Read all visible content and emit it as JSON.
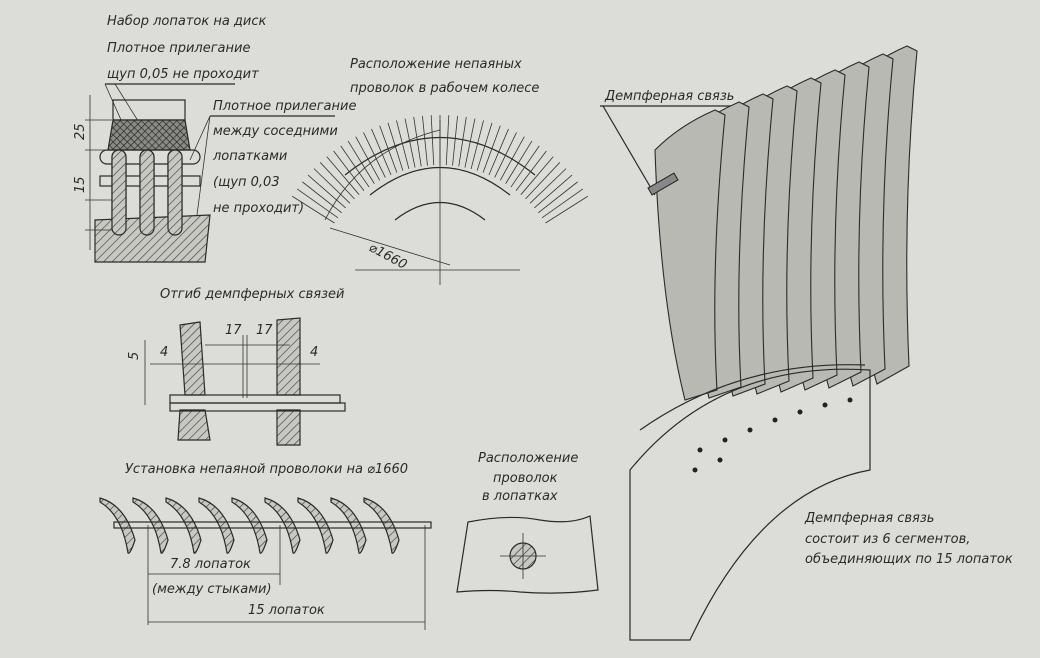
{
  "disk_assembly": {
    "title": "Набор лопаток на диск",
    "note1": "Плотное прилегание",
    "note2": "щуп 0,05 не проходит",
    "note3": [
      "Плотное прилегание",
      "между соседними",
      "лопатками",
      "(щуп 0,03",
      "не проходит)"
    ],
    "dim_top": "25",
    "dim_side": "15"
  },
  "wheel_layout": {
    "title_line1": "Расположение непаяных",
    "title_line2": "проволок в рабочем колесе",
    "diameter": "⌀1660"
  },
  "damper_view": {
    "label": "Демпферная связь",
    "note": [
      "Демпферная связь",
      "состоит из 6 сегментов,",
      "объединяющих по 15 лопаток"
    ]
  },
  "bend_detail": {
    "title": "Отгиб демпферных связей",
    "dim_left": "17",
    "dim_right": "17",
    "dim_4_left": "4",
    "dim_4_right": "4",
    "dim_5": "5"
  },
  "wire_install": {
    "title": "Установка непаяной проволоки на ⌀1660",
    "dim1": "7.8 лопаток",
    "dim1_note": "(между стыками)",
    "dim2": "15 лопаток"
  },
  "wire_in_blade": {
    "title": [
      "Расположение",
      "проволок",
      "в лопатках"
    ]
  }
}
